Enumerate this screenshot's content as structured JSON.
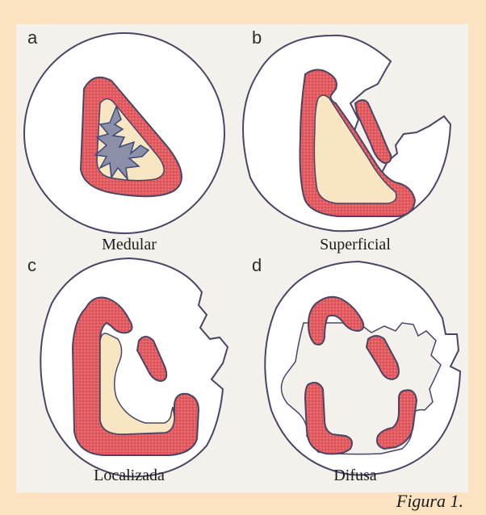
{
  "panels": [
    {
      "letter": "a",
      "label": "Medular"
    },
    {
      "letter": "b",
      "label": "Superficial"
    },
    {
      "letter": "c",
      "label": "Localizada"
    },
    {
      "letter": "d",
      "label": "Difusa"
    }
  ],
  "figure_caption": "Figura 1.",
  "colors": {
    "background": "#fbe3c2",
    "panel": "#f4f1ec",
    "cortex": "#e45a5f",
    "medulla": "#f8e6c2",
    "outline": "#4a4565",
    "lesion": "#8b8fa8"
  }
}
